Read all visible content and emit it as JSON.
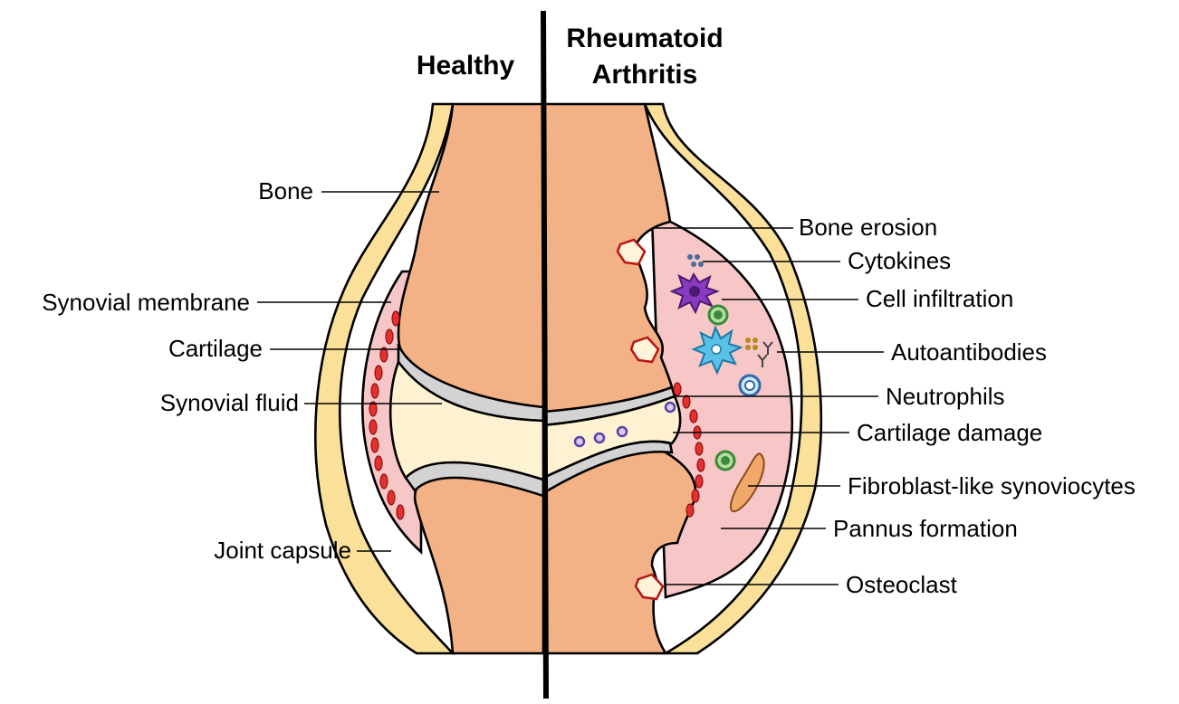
{
  "titles": {
    "healthy": "Healthy",
    "ra_line1": "Rheumatoid",
    "ra_line2": "Arthritis"
  },
  "left_labels": {
    "bone": "Bone",
    "synovial_membrane": "Synovial membrane",
    "cartilage": "Cartilage",
    "synovial_fluid": "Synovial fluid",
    "joint_capsule": "Joint capsule"
  },
  "right_labels": {
    "bone_erosion": "Bone erosion",
    "cytokines": "Cytokines",
    "cell_infiltration": "Cell infiltration",
    "autoantibodies": "Autoantibodies",
    "neutrophils": "Neutrophils",
    "cartilage_damage": "Cartilage damage",
    "fibroblast": "Fibroblast-like synoviocytes",
    "pannus": "Pannus formation",
    "osteoclast": "Osteoclast"
  },
  "colors": {
    "capsule": "#FBE09A",
    "bone": "#F3B285",
    "synovium": "#F7C6C6",
    "cartilage": "#D3D3D3",
    "fluid": "#FEF2D2",
    "membrane_cells": "#E53030",
    "neutrophil": "#5B3FA6",
    "lymphocyte": "#3A8A3A",
    "macrophage": "#6A2A9A",
    "dendritic": "#3AA6D6",
    "fibroblast": "#F1A96A"
  }
}
